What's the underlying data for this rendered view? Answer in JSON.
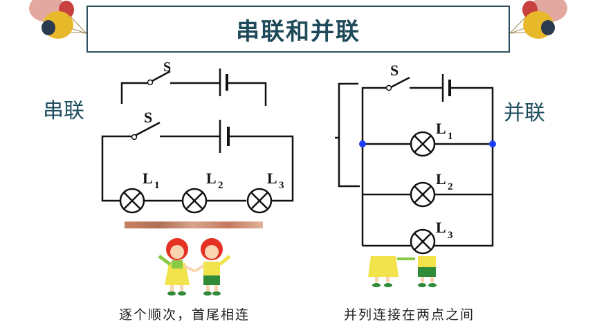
{
  "title": "串联和并联",
  "labels": {
    "series": "串联",
    "parallel": "并联"
  },
  "captions": {
    "series": "逐个顺次，首尾相连",
    "parallel": "并列连接在两点之间"
  },
  "series_circuit": {
    "switch_label": "S",
    "switch_label_top": "S",
    "lamps": [
      {
        "letter": "L",
        "sub": "1"
      },
      {
        "letter": "L",
        "sub": "2"
      },
      {
        "letter": "L",
        "sub": "3"
      }
    ]
  },
  "parallel_circuit": {
    "switch_label": "S",
    "lamps": [
      {
        "letter": "L",
        "sub": "1"
      },
      {
        "letter": "L",
        "sub": "2"
      },
      {
        "letter": "L",
        "sub": "3"
      }
    ]
  },
  "colors": {
    "title_text": "#1e4a5a",
    "node_blue": "#1a3cff",
    "balloon_red": "#c8413f",
    "balloon_yellow": "#e7b92a",
    "balloon_navy": "#2b3a4e"
  }
}
